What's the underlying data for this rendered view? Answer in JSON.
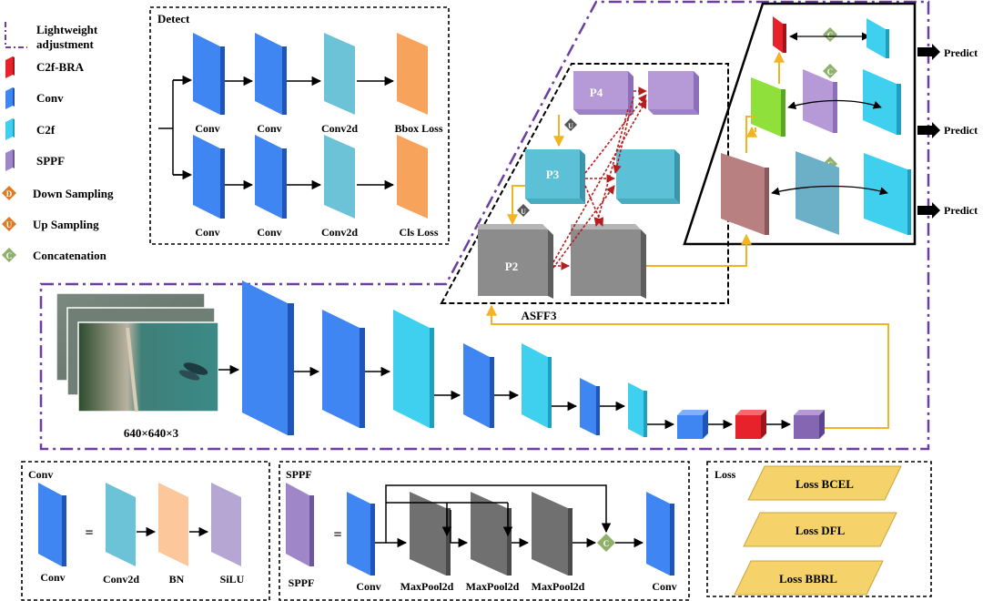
{
  "legend": {
    "items": [
      {
        "label": "Lightweight adjustment",
        "icon": "dashdot-line-icon"
      },
      {
        "label": "C2f-BRA",
        "icon": "red-block-icon",
        "color": "#e8222a"
      },
      {
        "label": "Conv",
        "icon": "blue-block-icon",
        "color": "#3f86f2"
      },
      {
        "label": "C2f",
        "icon": "cyan-block-icon",
        "color": "#3fd0f0"
      },
      {
        "label": "SPPF",
        "icon": "purple-block-icon",
        "color": "#9e86c8"
      },
      {
        "label": "Down Sampling",
        "icon": "orange-diamond-icon",
        "color": "#e07a22",
        "letter": "D"
      },
      {
        "label": "Up Sampling",
        "icon": "orange-diamond-icon",
        "color": "#e07a22",
        "letter": "U"
      },
      {
        "label": "Concatenation",
        "icon": "green-diamond-icon",
        "color": "#8fb06a",
        "letter": "C"
      }
    ]
  },
  "detect": {
    "title": "Detect",
    "row1": [
      "Conv",
      "Conv",
      "Conv2d",
      "Bbox Loss"
    ],
    "row2": [
      "Conv",
      "Conv",
      "Conv2d",
      "Cls Loss"
    ]
  },
  "asff": {
    "label": "ASFF3",
    "p4": "P4",
    "p3": "P3",
    "p2": "P2",
    "up_letter": "U"
  },
  "head": {
    "concat_letter": "C",
    "predict": [
      "Predict",
      "Predict",
      "Predict"
    ]
  },
  "backbone": {
    "input_label": "640×640×3"
  },
  "conv_panel": {
    "title": "Conv",
    "conv": "Conv",
    "eq": "=",
    "conv2d": "Conv2d",
    "bn": "BN",
    "silu": "SiLU"
  },
  "sppf_panel": {
    "title": "SPPF",
    "sppf": "SPPF",
    "eq": "=",
    "conv_in": "Conv",
    "pools": [
      "MaxPool2d",
      "MaxPool2d",
      "MaxPool2d"
    ],
    "conv_out": "Conv",
    "concat_letter": "C"
  },
  "loss_panel": {
    "title": "Loss",
    "items": [
      "Loss BCEL",
      "Loss DFL",
      "Loss BBRL"
    ]
  },
  "colors": {
    "conv": "#3f86f2",
    "c2f": "#3fd0f0",
    "conv2d": "#6cc3d8",
    "loss": "#f8a35c",
    "sppf": "#9e86c8",
    "bra": "#e8222a",
    "gray": "#8c8c8c",
    "arrow_yellow": "#f2b420",
    "arrow_red": "#b41e1e",
    "outline_purple": "#6b3fa0",
    "loss_fill": "#f5d36a"
  }
}
